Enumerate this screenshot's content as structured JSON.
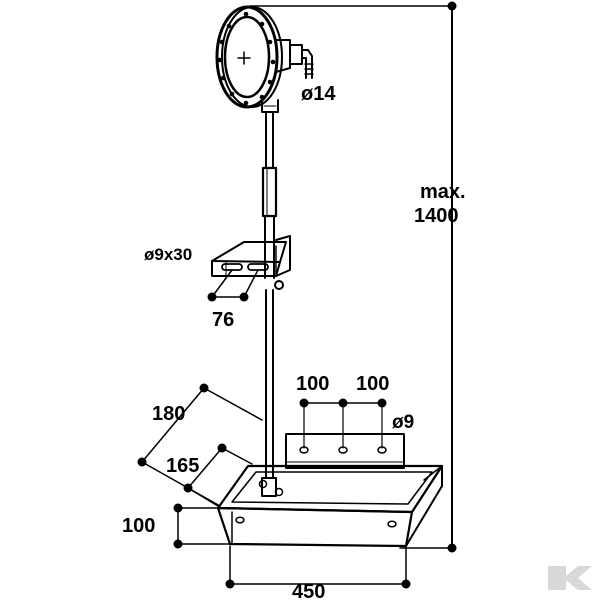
{
  "drawing": {
    "labels": {
      "lamp_bolt": "ø14",
      "max_label": "max.",
      "max_value": "1400",
      "bracket_slot": "ø9x30",
      "bracket_spacing": "76",
      "hole_spacing_left": "100",
      "hole_spacing_right": "100",
      "hole_diameter": "ø9",
      "depth_180": "180",
      "depth_165": "165",
      "height_100": "100",
      "width_450": "450"
    },
    "logo": {
      "name": "kramp-logo",
      "text": "K"
    },
    "colors": {
      "line": "#000000",
      "background": "#ffffff",
      "logo": "#d8d8d8"
    }
  }
}
